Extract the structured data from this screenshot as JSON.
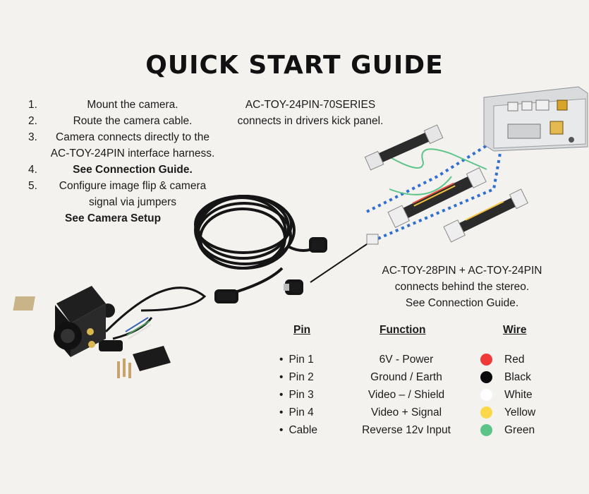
{
  "title": "QUICK START GUIDE",
  "steps": [
    {
      "num": "1.",
      "text": "Mount the camera.",
      "bold": false
    },
    {
      "num": "2.",
      "text": "Route the camera cable.",
      "bold": false
    },
    {
      "num": "3.",
      "text": "Camera connects directly to the AC-TOY-24PIN interface harness.",
      "bold": false
    },
    {
      "num": "4.",
      "text": "See Connection Guide.",
      "bold": true
    },
    {
      "num": "5.",
      "text": "Configure image flip & camera signal via jumpers",
      "bold": false
    },
    {
      "num": "",
      "text": "See Camera Setup",
      "bold": true
    }
  ],
  "kick_panel_note": "AC-TOY-24PIN-70SERIES connects in drivers kick panel.",
  "stereo_note_line1": "AC-TOY-28PIN + AC-TOY-24PIN",
  "stereo_note_line2": "connects behind the stereo.",
  "stereo_note_line3": "See Connection Guide.",
  "table": {
    "headers": {
      "pin": "Pin",
      "function": "Function",
      "wire": "Wire"
    },
    "rows": [
      {
        "pin": "Pin 1",
        "function": "6V - Power",
        "wire": "Red",
        "color": "#f03a3a"
      },
      {
        "pin": "Pin 2",
        "function": "Ground / Earth",
        "wire": "Black",
        "color": "#0a0a0a"
      },
      {
        "pin": "Pin 3",
        "function": "Video – / Shield",
        "wire": "White",
        "color": "#ffffff"
      },
      {
        "pin": "Pin 4",
        "function": "Video + Signal",
        "wire": "Yellow",
        "color": "#fbd84a"
      },
      {
        "pin": "Cable",
        "function": "Reverse 12v Input",
        "wire": "Green",
        "color": "#5cc489"
      }
    ]
  },
  "icons": {
    "camera": "camera-product-image",
    "cable": "extension-cable-image",
    "stereo": "stereo-head-unit-image",
    "harness": "wiring-harness-image"
  },
  "connection_line_color": "#2f6fd1"
}
